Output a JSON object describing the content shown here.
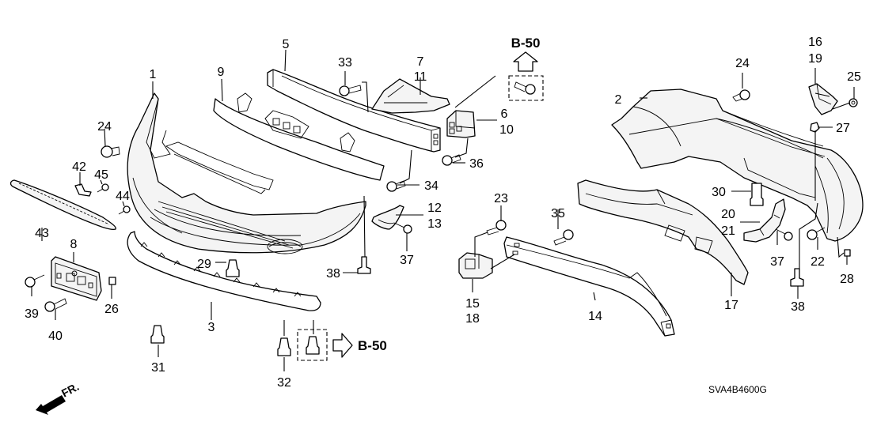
{
  "diagram": {
    "code": "SVA4B4600G",
    "direction_label": "FR.",
    "references": [
      {
        "id": "ref-top",
        "label": "B-50"
      },
      {
        "id": "ref-bottom",
        "label": "B-50"
      }
    ],
    "callouts": [
      {
        "id": "c1",
        "label": "1"
      },
      {
        "id": "c2",
        "label": "2"
      },
      {
        "id": "c3",
        "label": "3"
      },
      {
        "id": "c5",
        "label": "5"
      },
      {
        "id": "c6",
        "label": "6"
      },
      {
        "id": "c10",
        "label": "10"
      },
      {
        "id": "c7",
        "label": "7"
      },
      {
        "id": "c11",
        "label": "11"
      },
      {
        "id": "c8",
        "label": "8"
      },
      {
        "id": "c9",
        "label": "9"
      },
      {
        "id": "c12",
        "label": "12"
      },
      {
        "id": "c13",
        "label": "13"
      },
      {
        "id": "c14",
        "label": "14"
      },
      {
        "id": "c15",
        "label": "15"
      },
      {
        "id": "c18",
        "label": "18"
      },
      {
        "id": "c16",
        "label": "16"
      },
      {
        "id": "c19",
        "label": "19"
      },
      {
        "id": "c17",
        "label": "17"
      },
      {
        "id": "c20",
        "label": "20"
      },
      {
        "id": "c21",
        "label": "21"
      },
      {
        "id": "c22",
        "label": "22"
      },
      {
        "id": "c23",
        "label": "23"
      },
      {
        "id": "c24a",
        "label": "24"
      },
      {
        "id": "c24b",
        "label": "24"
      },
      {
        "id": "c25",
        "label": "25"
      },
      {
        "id": "c26",
        "label": "26"
      },
      {
        "id": "c27",
        "label": "27"
      },
      {
        "id": "c28",
        "label": "28"
      },
      {
        "id": "c29",
        "label": "29"
      },
      {
        "id": "c30",
        "label": "30"
      },
      {
        "id": "c31",
        "label": "31"
      },
      {
        "id": "c32",
        "label": "32"
      },
      {
        "id": "c33",
        "label": "33"
      },
      {
        "id": "c34",
        "label": "34"
      },
      {
        "id": "c35",
        "label": "35"
      },
      {
        "id": "c36",
        "label": "36"
      },
      {
        "id": "c37a",
        "label": "37"
      },
      {
        "id": "c37b",
        "label": "37"
      },
      {
        "id": "c38a",
        "label": "38"
      },
      {
        "id": "c38b",
        "label": "38"
      },
      {
        "id": "c39",
        "label": "39"
      },
      {
        "id": "c40",
        "label": "40"
      },
      {
        "id": "c42",
        "label": "42"
      },
      {
        "id": "c43",
        "label": "43"
      },
      {
        "id": "c44",
        "label": "44"
      },
      {
        "id": "c45",
        "label": "45"
      }
    ]
  }
}
